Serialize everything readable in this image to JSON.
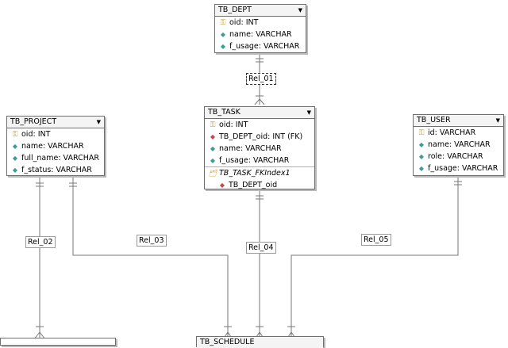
{
  "entities": {
    "dept": {
      "title": "TB_DEPT",
      "rows": [
        "oid: INT",
        "name: VARCHAR",
        "f_usage: VARCHAR"
      ]
    },
    "task": {
      "title": "TB_TASK",
      "rows": [
        "oid: INT",
        "TB_DEPT_oid: INT (FK)",
        "name: VARCHAR",
        "f_usage: VARCHAR"
      ],
      "index_name": "TB_TASK_FKIndex1",
      "index_col": "TB_DEPT_oid"
    },
    "project": {
      "title": "TB_PROJECT",
      "rows": [
        "oid: INT",
        "name: VARCHAR",
        "full_name: VARCHAR",
        "f_status: VARCHAR"
      ]
    },
    "user": {
      "title": "TB_USER",
      "rows": [
        "id: VARCHAR",
        "name: VARCHAR",
        "role: VARCHAR",
        "f_usage: VARCHAR"
      ]
    },
    "schedule": {
      "title": "TB_SCHEDULE"
    }
  },
  "relations": {
    "r01": "Rel_01",
    "r02": "Rel_02",
    "r03": "Rel_03",
    "r04": "Rel_04",
    "r05": "Rel_05"
  },
  "icons": {
    "primary_key": "key-icon",
    "attribute": "diamond-icon",
    "foreign_key": "fk-diamond-icon",
    "index": "index-icon",
    "dropdown": "dropdown-arrow-icon"
  }
}
